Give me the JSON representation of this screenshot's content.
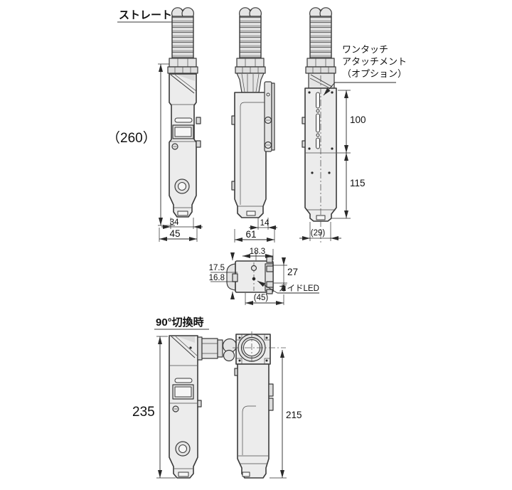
{
  "drawing": {
    "straight": {
      "title": "ストレート時",
      "callout": {
        "line1": "ワンタッチ",
        "line2": "アタッチメント",
        "line3": "（オプション）"
      },
      "dims": {
        "overall_height": "（260）",
        "grip_width": "34",
        "body_width": "45",
        "body_depth": "61",
        "bracket_depth": "14",
        "rear_width": "(29)",
        "upper_section": "100",
        "lower_section": "115"
      }
    },
    "top_view": {
      "guide_led": "ガイドLED",
      "dims": {
        "width_top": "18.3",
        "height_upper": "17.5",
        "height_lower": "16.8",
        "depth_right": "27",
        "width_bottom": "(45)"
      }
    },
    "rotated": {
      "title": "90°切換時",
      "dims": {
        "front_height": "235",
        "side_height": "215"
      }
    },
    "colors": {
      "line": "#3a3a3a",
      "body_fill": "#ececec",
      "background": "#ffffff"
    }
  }
}
